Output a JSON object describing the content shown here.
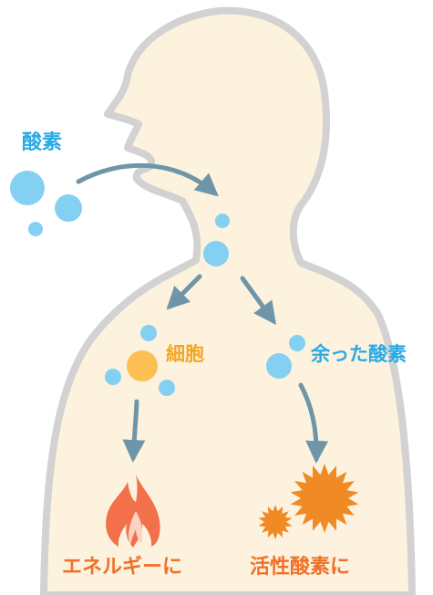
{
  "labels": {
    "oxygen": "酸素",
    "cell": "細胞",
    "excess_oxygen": "余った酸素",
    "to_energy": "エネルギーに",
    "to_active_oxygen": "活性酸素に"
  },
  "colors": {
    "body_fill": "#fcf2de",
    "body_outline": "#d2d2d2",
    "oxygen_bubble": "#84d0f3",
    "cell": "#fbbf52",
    "arrow": "#6f96a8",
    "label_blue": "#29a9e6",
    "label_cell": "#f2a623",
    "label_orange": "#f0702a",
    "flame_outer": "#f2704a",
    "flame_inner": "#fbd3c0",
    "active_oxygen": "#f08a25"
  },
  "icons": [
    "oxygen-bubble",
    "cell-circle",
    "flame-icon",
    "spiky-burst-icon",
    "arrow"
  ]
}
